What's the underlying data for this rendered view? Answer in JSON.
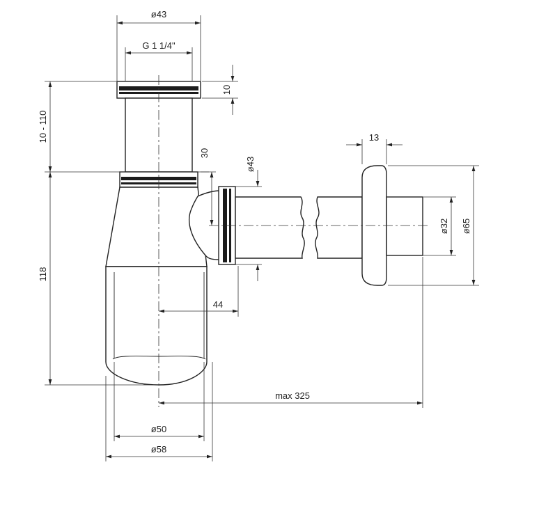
{
  "dimensions": {
    "top_nut_diameter": "ø43",
    "thread": "G 1 1/4\"",
    "nut_height": "10",
    "adjustable_height": "10 - 110",
    "side_offset": "30",
    "outlet_diameter": "ø43",
    "rosette_depth": "13",
    "pipe_diameter": "ø32",
    "rosette_diameter": "ø65",
    "total_height": "118",
    "outlet_distance": "44",
    "max_length": "max 325",
    "cup_inner_diameter": "ø50",
    "cup_outer_diameter": "ø58"
  }
}
